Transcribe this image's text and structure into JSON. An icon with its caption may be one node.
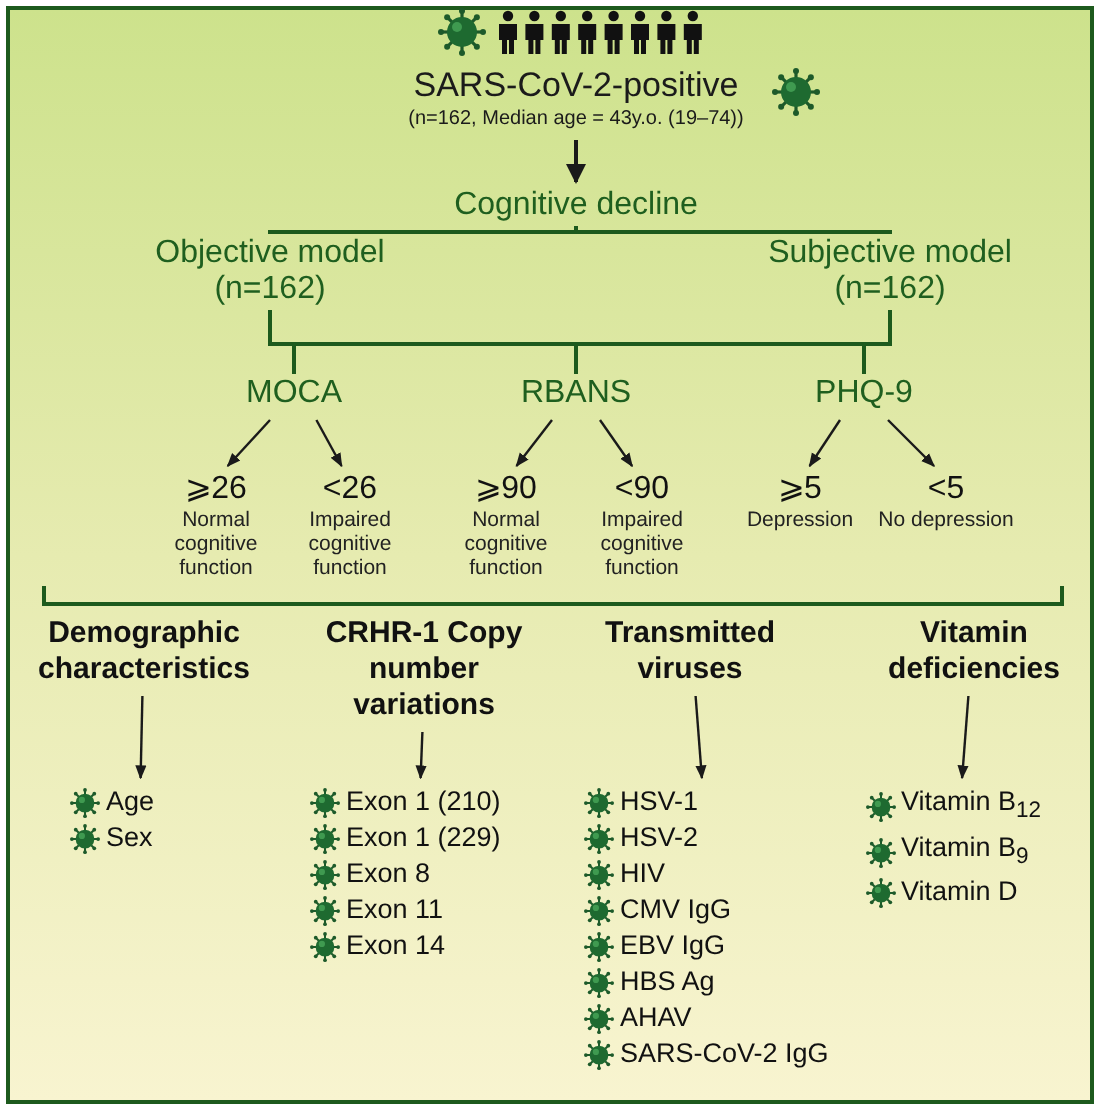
{
  "diagram": {
    "nodes": [
      {
        "text": [
          "SARS-CoV-2-positive",
          "(n=162, Median age = 43y.o. (19–74))"
        ]
      },
      {
        "text": [
          "Cognitive decline"
        ]
      },
      {
        "text": [
          "Objective model (n=162)"
        ]
      },
      {
        "text": [
          "Subjective model (n=162)"
        ]
      },
      {
        "text": [
          "MOCA"
        ]
      },
      {
        "text": [
          "RBANS"
        ]
      },
      {
        "text": [
          "PHQ-9"
        ]
      },
      {
        "text": [
          "⩾26",
          "Normal cognitive function"
        ]
      },
      {
        "text": [
          "<26",
          "Impaired cognitive function"
        ]
      },
      {
        "text": [
          "⩾90",
          "Normal cognitive function"
        ]
      },
      {
        "text": [
          "<90",
          "Impaired cognitive function"
        ]
      },
      {
        "text": [
          "⩾5",
          "Depression"
        ]
      },
      {
        "text": [
          "<5",
          "No depression"
        ]
      },
      {
        "text": [
          "Demographic characteristics"
        ]
      },
      {
        "text": [
          "CRHR-1 Copy number variations"
        ]
      },
      {
        "text": [
          "Transmitted viruses"
        ]
      },
      {
        "text": [
          "Vitamin deficiencies"
        ]
      },
      {
        "text": [
          "Age",
          "Sex"
        ]
      },
      {
        "text": [
          "Exon 1 (210)",
          "Exon 1 (229)",
          "Exon 8",
          "Exon 11",
          "Exon 14"
        ]
      },
      {
        "text": [
          "HSV-1",
          "HSV-2",
          "HIV",
          "CMV IgG",
          "EBV IgG",
          "HBS Ag",
          "AHAV",
          "SARS-CoV-2 IgG"
        ]
      },
      {
        "text": [
          "Vitamin B$_{12}$",
          "Vitamin B$_{9}$",
          "Vitamin D"
        ]
      }
    ],
    "edges": [
      {
        "from": 0,
        "to": 1,
        "arrow": "to"
      },
      {
        "from": 1,
        "to": 2,
        "arrow": "none"
      },
      {
        "from": 1,
        "to": 3,
        "arrow": "none"
      },
      {
        "from": 2,
        "to": 4,
        "arrow": "none"
      },
      {
        "from": 2,
        "to": 5,
        "arrow": "none"
      },
      {
        "from": 2,
        "to": 6,
        "arrow": "none"
      },
      {
        "from": 3,
        "to": 4,
        "arrow": "none"
      },
      {
        "from": 3,
        "to": 5,
        "arrow": "none"
      },
      {
        "from": 3,
        "to": 6,
        "arrow": "none"
      },
      {
        "from": 4,
        "to": 7,
        "arrow": "to"
      },
      {
        "from": 4,
        "to": 8,
        "arrow": "to"
      },
      {
        "from": 5,
        "to": 9,
        "arrow": "to"
      },
      {
        "from": 5,
        "to": 10,
        "arrow": "to"
      },
      {
        "from": 6,
        "to": 11,
        "arrow": "to"
      },
      {
        "from": 6,
        "to": 12,
        "arrow": "to"
      },
      {
        "from": 13,
        "to": 17,
        "arrow": "to"
      },
      {
        "from": 14,
        "to": 18,
        "arrow": "to"
      },
      {
        "from": 15,
        "to": 19,
        "arrow": "to"
      },
      {
        "from": 16,
        "to": 20,
        "arrow": "to"
      }
    ]
  }
}
